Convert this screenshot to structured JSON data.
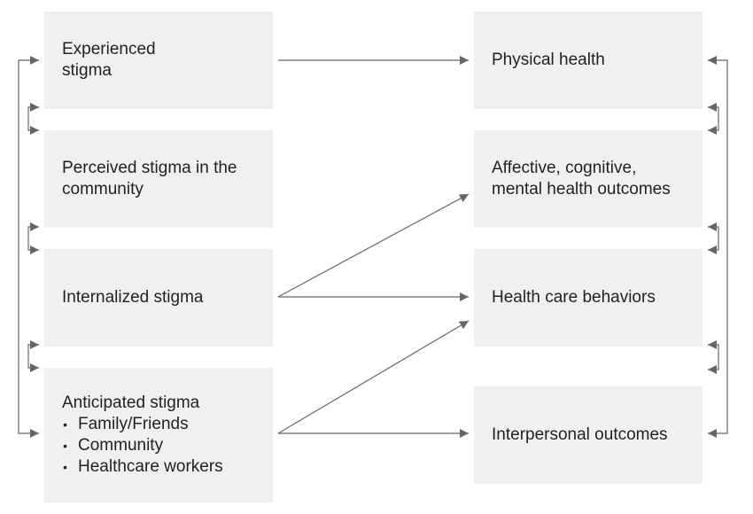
{
  "left_boxes": {
    "experienced": "Experienced\nstigma",
    "perceived": "Perceived stigma in the\ncommunity",
    "internalized": "Internalized stigma",
    "anticipated": {
      "title": "Anticipated stigma",
      "items": [
        "Family/Friends",
        "Community",
        "Healthcare workers"
      ]
    }
  },
  "right_boxes": {
    "physical": "Physical health",
    "affective": "Affective, cognitive,\nmental health outcomes",
    "behaviors": "Health care behaviors",
    "interpersonal": "Interpersonal outcomes"
  },
  "colors": {
    "box_fill": "#f0f0f0",
    "arrow": "#666666",
    "text": "#222222"
  }
}
